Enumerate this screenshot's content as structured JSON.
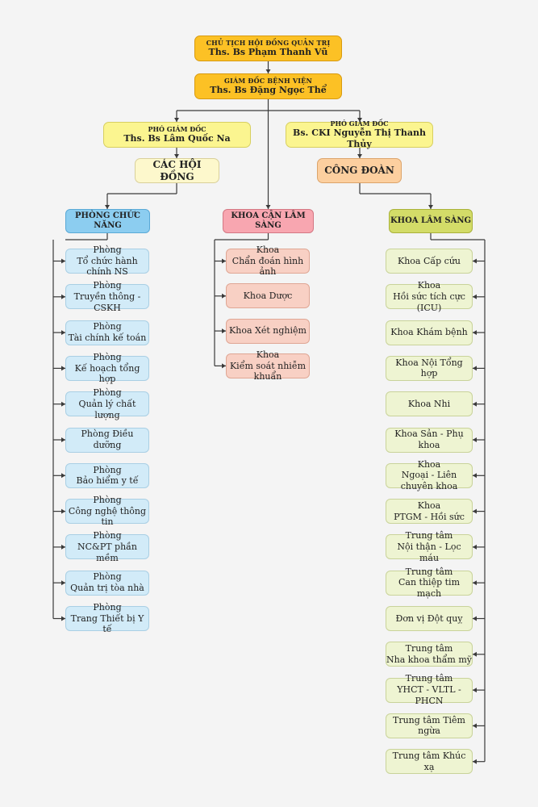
{
  "chairman": {
    "title": "CHỦ TỊCH HỘI ĐỒNG QUẢN TRỊ",
    "name": "Ths. Bs Phạm Thanh Vũ"
  },
  "director": {
    "title": "GIÁM ĐỐC BỆNH VIỆN",
    "name": "Ths. Bs Đặng Ngọc Thể"
  },
  "deputies": [
    {
      "title": "PHÓ GIÁM ĐỐC",
      "name": "Ths. Bs Lâm Quốc Na"
    },
    {
      "title": "PHÓ GIÁM ĐỐC",
      "name": "Bs. CKI Nguyễn Thị Thanh Thủy"
    }
  ],
  "council": "CÁC HỘI ĐỒNG",
  "union": "CÔNG ĐOÀN",
  "columns": [
    {
      "header": "PHÒNG CHỨC NĂNG",
      "items": [
        [
          "Phòng",
          "Tổ chức hành chính NS"
        ],
        [
          "Phòng",
          "Truyền thông - CSKH"
        ],
        [
          "Phòng",
          "Tài chính kế toán"
        ],
        [
          "Phòng",
          "Kế hoạch tổng hợp"
        ],
        [
          "Phòng",
          "Quản lý chất lượng"
        ],
        [
          "Phòng Điều dưỡng"
        ],
        [
          "Phòng",
          "Bảo hiểm y tế"
        ],
        [
          "Phòng",
          "Công nghệ thông tin"
        ],
        [
          "Phòng",
          "NC&PT phần mềm"
        ],
        [
          "Phòng",
          "Quản trị tòa nhà"
        ],
        [
          "Phòng",
          "Trang Thiết bị Y tế"
        ]
      ]
    },
    {
      "header": "KHOA CẬN LÂM SÀNG",
      "items": [
        [
          "Khoa",
          "Chẩn đoán hình ảnh"
        ],
        [
          "Khoa Dược"
        ],
        [
          "Khoa Xét nghiệm"
        ],
        [
          "Khoa",
          "Kiểm soát nhiễm khuẩn"
        ]
      ]
    },
    {
      "header": "KHOA LÂM SÀNG",
      "items": [
        [
          "Khoa Cấp cứu"
        ],
        [
          "Khoa",
          "Hồi sức tích cực (ICU)"
        ],
        [
          "Khoa Khám bệnh"
        ],
        [
          "Khoa Nội Tổng hợp"
        ],
        [
          "Khoa Nhi"
        ],
        [
          "Khoa Sản - Phụ khoa"
        ],
        [
          "Khoa",
          "Ngoại - Liên chuyên khoa"
        ],
        [
          "Khoa",
          "PTGM - Hồi sức"
        ],
        [
          "Trung tâm",
          "Nội thận - Lọc máu"
        ],
        [
          "Trung tâm",
          "Can thiệp tim mạch"
        ],
        [
          "Đơn vị Đột quỵ"
        ],
        [
          "Trung tâm",
          "Nha khoa thẩm mỹ"
        ],
        [
          "Trung tâm",
          "YHCT - VLTL - PHCN"
        ],
        [
          "Trung tâm Tiêm ngừa"
        ],
        [
          "Trung tâm Khúc xạ"
        ]
      ]
    }
  ]
}
